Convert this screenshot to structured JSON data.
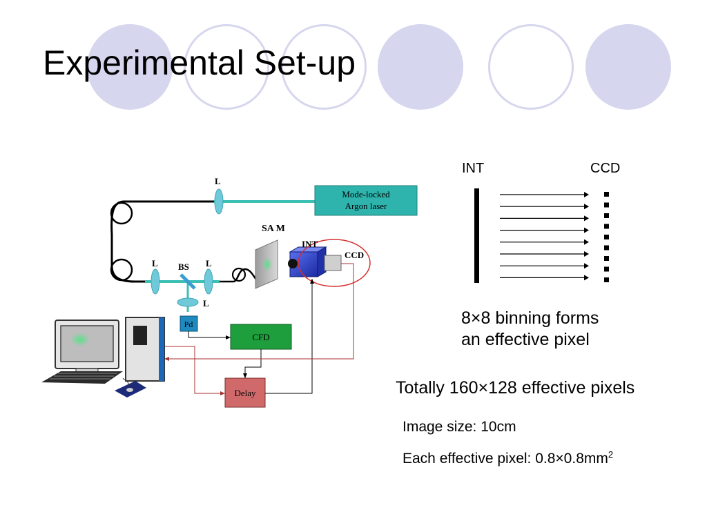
{
  "slide": {
    "title": "Experimental Set-up"
  },
  "setup_diagram": {
    "lens_label": "L",
    "beam_splitter_label": "BS",
    "sample_label": "SA M",
    "intensifier_label": "INT",
    "ccd_label": "CCD",
    "laser_label_line1": "Mode-locked",
    "laser_label_line2": "Argon laser",
    "photodiode_label": "Pd",
    "cfd_label": "CFD",
    "delay_label": "Delay",
    "colors": {
      "laser_box": "#2fb3ad",
      "beam": "#3cc0b4",
      "cfd_box": "#1e9e3c",
      "delay_box": "#d06a6a",
      "signal_wire": "#a83232",
      "highlight_ring": "#d43030",
      "photodiode": "#1e8ac0"
    }
  },
  "binning_diagram": {
    "int_label": "INT",
    "ccd_label": "CCD"
  },
  "notes": {
    "binning_line1": "8×8 binning forms",
    "binning_line2": "an effective pixel",
    "total_pixels": "Totally 160×128 effective pixels",
    "image_size": "Image size: 10cm",
    "pixel_size": "Each effective pixel: 0.8×0.8mm",
    "pixel_size_exponent": "2"
  },
  "decor": {
    "circle_color": "#d6d6ee"
  }
}
